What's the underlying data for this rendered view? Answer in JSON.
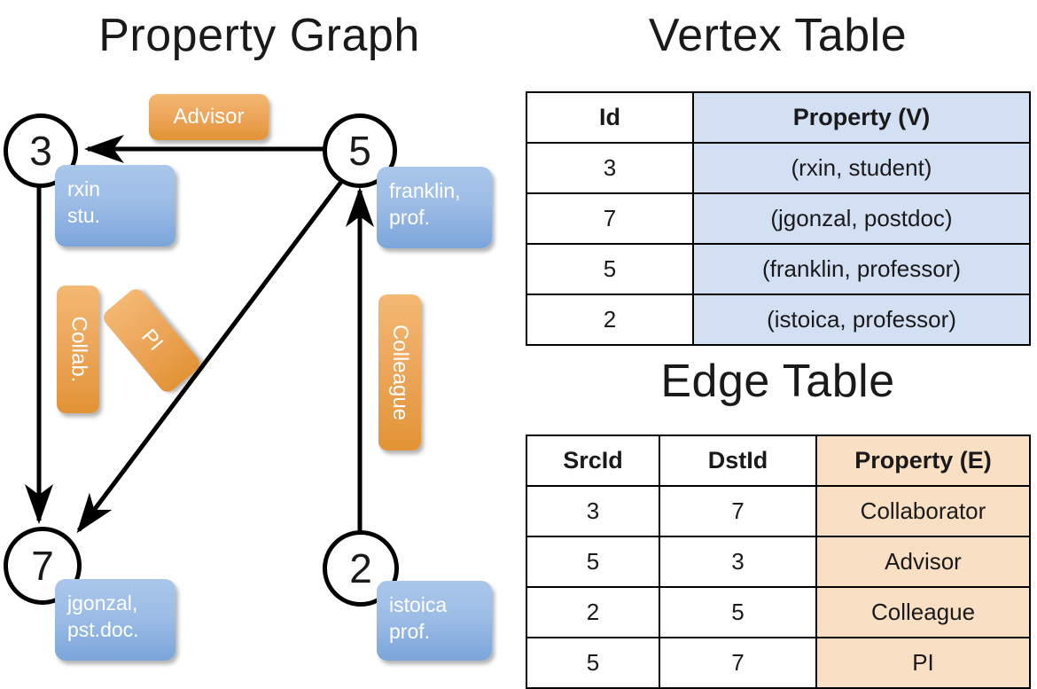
{
  "titles": {
    "property_graph": "Property Graph",
    "vertex_table": "Vertex Table",
    "edge_table": "Edge Table"
  },
  "graph": {
    "nodes": [
      {
        "id": "3",
        "property_lines": [
          "rxin",
          "stu."
        ]
      },
      {
        "id": "5",
        "property_lines": [
          "franklin,",
          "prof."
        ]
      },
      {
        "id": "7",
        "property_lines": [
          "jgonzal,",
          "pst.doc."
        ]
      },
      {
        "id": "2",
        "property_lines": [
          "istoica",
          "prof."
        ]
      }
    ],
    "node_labels": {
      "n3": "3",
      "n5": "5",
      "n7": "7",
      "n2": "2"
    },
    "property_boxes": {
      "rxin_line1": "rxin",
      "rxin_line2": "stu.",
      "franklin_line1": "franklin,",
      "franklin_line2": "prof.",
      "jgonzal_line1": "jgonzal,",
      "jgonzal_line2": "pst.doc.",
      "istoica_line1": "istoica",
      "istoica_line2": "prof."
    },
    "edge_labels": {
      "advisor": "Advisor",
      "collab": "Collab.",
      "pi": "PI",
      "colleague": "Colleague"
    },
    "edges": [
      {
        "from": "5",
        "to": "3",
        "label": "Advisor"
      },
      {
        "from": "3",
        "to": "7",
        "label": "Collab."
      },
      {
        "from": "5",
        "to": "7",
        "label": "PI"
      },
      {
        "from": "2",
        "to": "5",
        "label": "Colleague"
      }
    ]
  },
  "vertex_table": {
    "headers": [
      "Id",
      "Property (V)"
    ],
    "rows": [
      [
        "3",
        "(rxin, student)"
      ],
      [
        "7",
        "(jgonzal, postdoc)"
      ],
      [
        "5",
        "(franklin, professor)"
      ],
      [
        "2",
        "(istoica, professor)"
      ]
    ]
  },
  "edge_table": {
    "headers": [
      "SrcId",
      "DstId",
      "Property (E)"
    ],
    "rows": [
      [
        "3",
        "7",
        "Collaborator"
      ],
      [
        "5",
        "3",
        "Advisor"
      ],
      [
        "2",
        "5",
        "Colleague"
      ],
      [
        "5",
        "7",
        "PI"
      ]
    ]
  },
  "colors": {
    "vertex_property_bg": "#d3dff3",
    "edge_property_bg": "#f9dfc4",
    "node_property_box": "#9dbde6",
    "edge_label_box": "#eda75c",
    "stroke": "#000000"
  }
}
